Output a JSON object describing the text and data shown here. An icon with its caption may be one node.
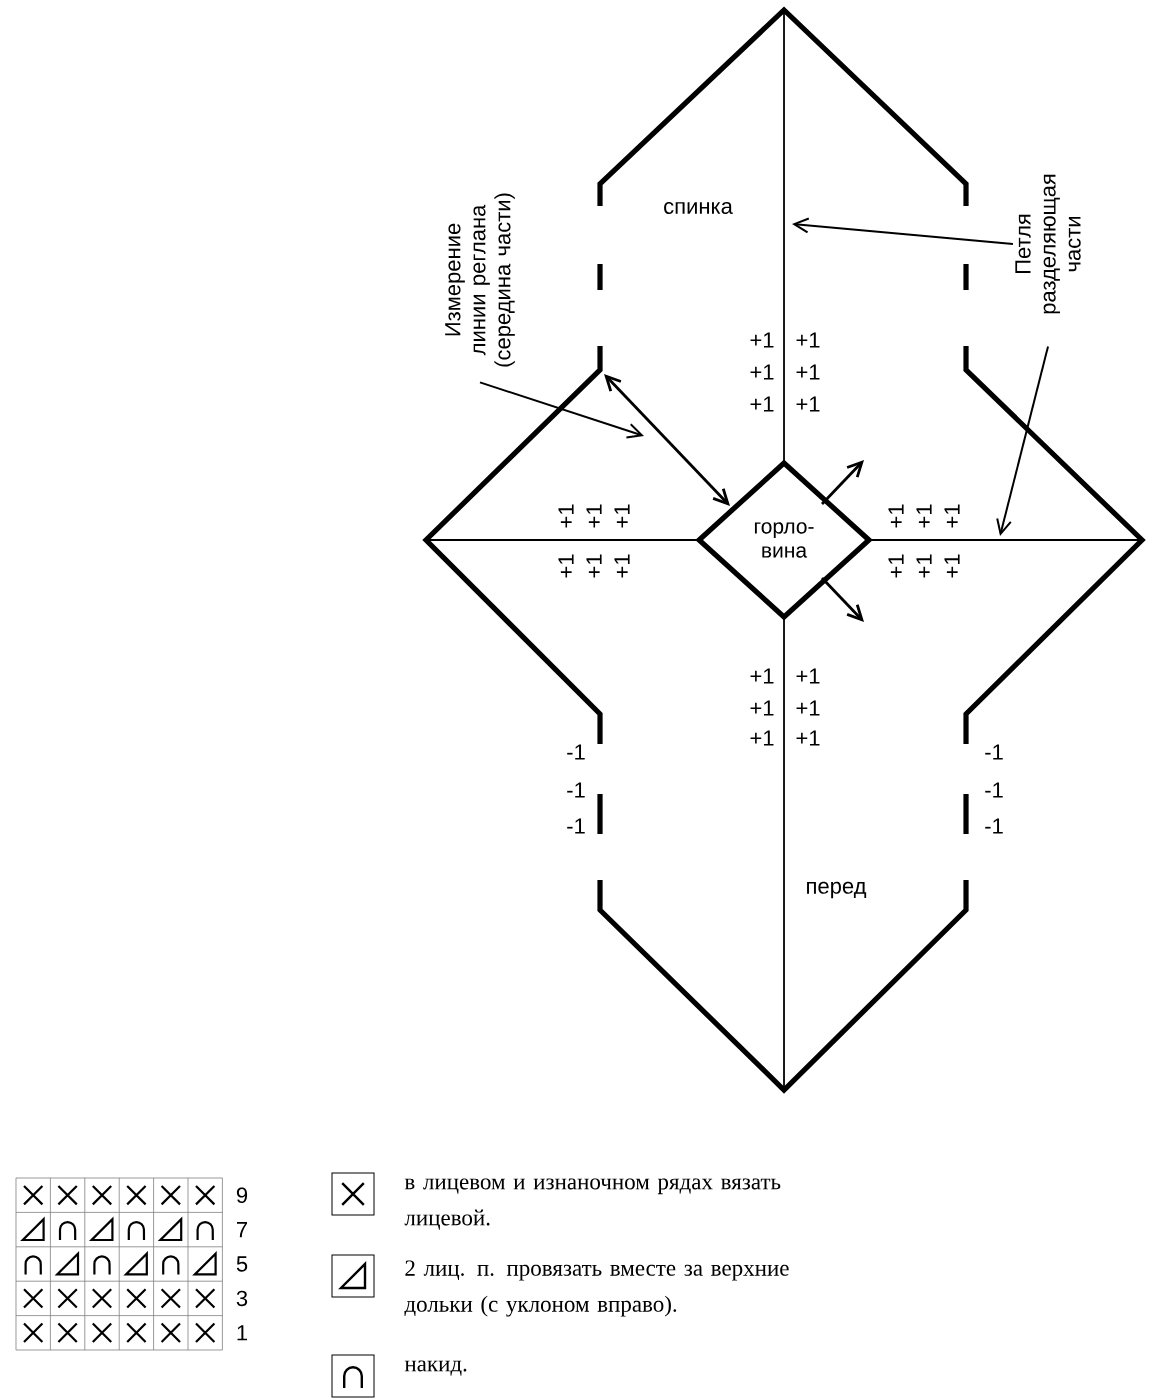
{
  "diagram": {
    "nodes": [
      {
        "text": [
          "Измерение линии реглана (середина части)"
        ]
      },
      {
        "text": [
          "Петля разделяющая части"
        ]
      },
      {
        "text": [
          "горло- вина"
        ]
      }
    ],
    "edges": [
      {
        "from": 0,
        "to": null,
        "arrow": "to"
      },
      {
        "from": 1,
        "to": null,
        "arrow": "to"
      },
      {
        "from": 1,
        "to": null,
        "arrow": "to"
      }
    ],
    "labels": [
      "спинка",
      "+1",
      "+1",
      "+1",
      "+1",
      "+1",
      "+1",
      "+1",
      "+1",
      "+1",
      "+1",
      "+1",
      "+1",
      "+1",
      "+1",
      "+1",
      "+1",
      "+1",
      "+1",
      "+1",
      "+1",
      "+1",
      "+1",
      "+1",
      "+1",
      "-1",
      "-1",
      "-1",
      "-1",
      "-1",
      "-1",
      "перед",
      "9",
      "7",
      "5",
      "3",
      "1"
    ],
    "legend": [
      {
        "text": "в лицевом и изнаночном рядах вязать лицевой."
      },
      {
        "text": "2 лиц. п. провязать вместе за верхние дольки (с уклоном вправо)."
      },
      {
        "text": "накид."
      }
    ]
  }
}
